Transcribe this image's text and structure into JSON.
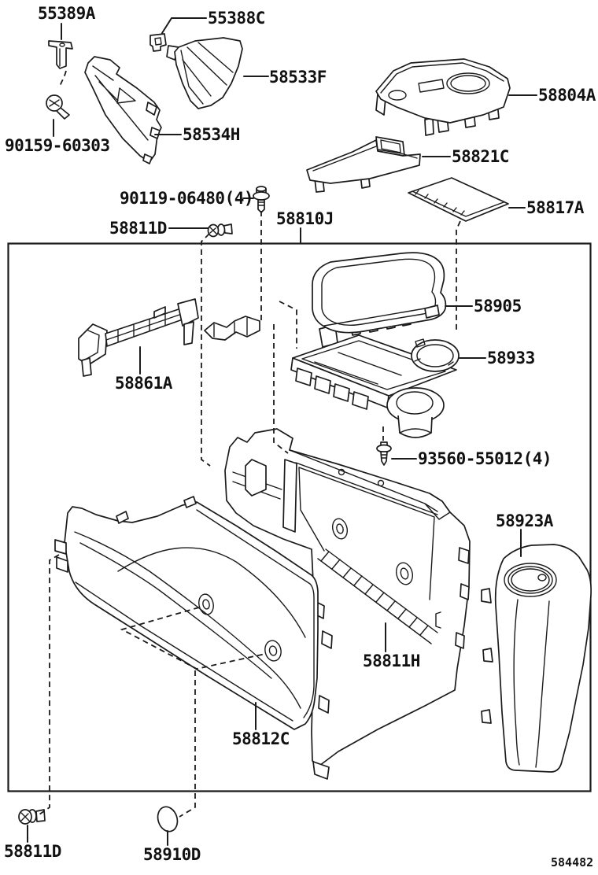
{
  "diagram": {
    "background": "#ffffff",
    "line_color": "#1b1b1b",
    "footer_code": "584482",
    "labels": {
      "l55389a": "55389A",
      "l55388c": "55388C",
      "l58533f": "58533F",
      "l58804a": "58804A",
      "l90159": "90159-60303",
      "l58534h": "58534H",
      "l58821c": "58821C",
      "l90119": "90119-06480(4)",
      "l58817a": "58817A",
      "l58811d_top": "58811D",
      "l58810j": "58810J",
      "l58905": "58905",
      "l58933": "58933",
      "l58861a": "58861A",
      "l93560": "93560-55012(4)",
      "l58923a": "58923A",
      "l58811h": "58811H",
      "l58812c": "58812C",
      "l58811d_bottom": "58811D",
      "l58910d": "58910D"
    }
  }
}
